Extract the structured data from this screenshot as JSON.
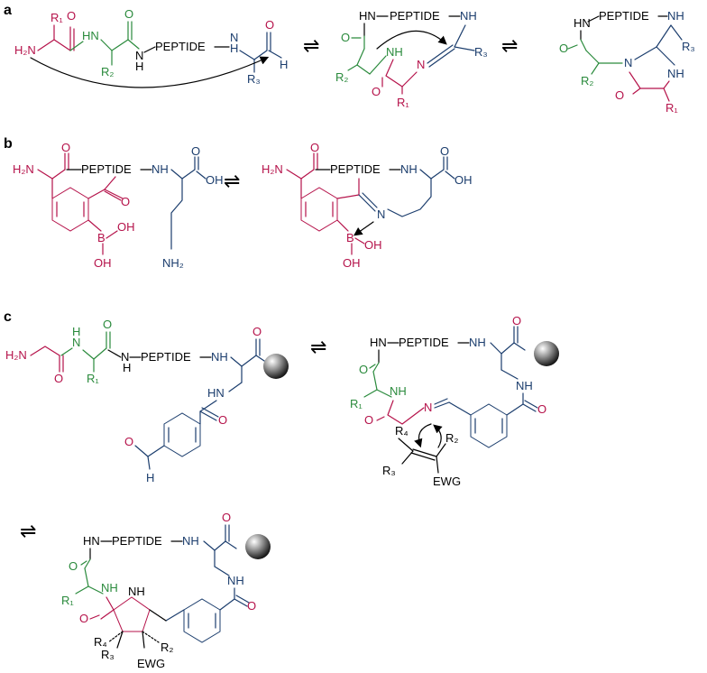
{
  "panels": [
    "a",
    "b",
    "c"
  ],
  "labels": {
    "peptide": "PEPTIDE",
    "H2N": "H₂N",
    "NH2": "NH₂",
    "HN": "HN",
    "NH": "NH",
    "N": "N",
    "O": "O",
    "H": "H",
    "OH": "OH",
    "B": "B",
    "R1": "R₁",
    "R2": "R₂",
    "R3": "R₃",
    "R4": "R₄",
    "EWG": "EWG",
    "eq": "⇌"
  },
  "colors": {
    "black": "#000000",
    "red": "#b5124a",
    "green": "#2a8a3c",
    "blue": "#1b3d6d",
    "bead": "#9a9a9a"
  }
}
